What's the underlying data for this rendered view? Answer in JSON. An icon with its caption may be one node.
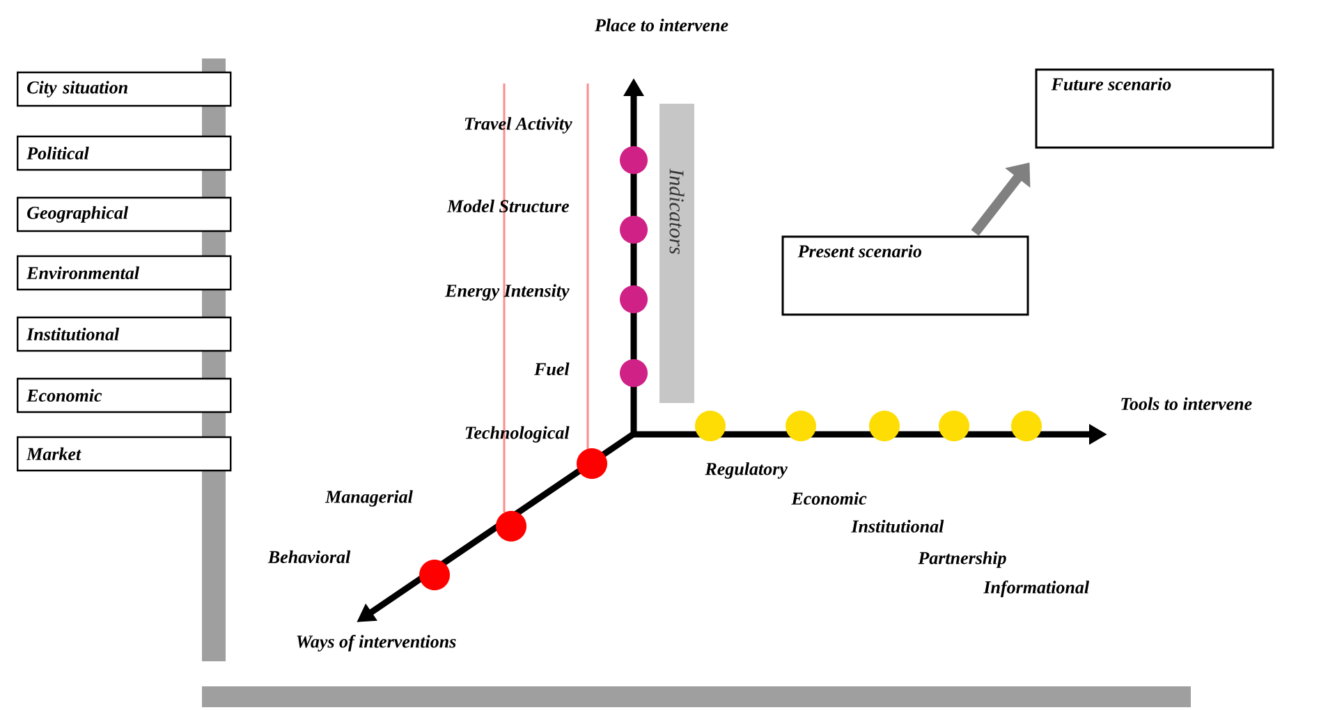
{
  "diagram": {
    "nodes": [
      {
        "text": [
          "City situation"
        ]
      },
      {
        "text": [
          "Political"
        ]
      },
      {
        "text": [
          "Geographical"
        ]
      },
      {
        "text": [
          "Environmental"
        ]
      },
      {
        "text": [
          "Institutional"
        ]
      },
      {
        "text": [
          "Economic"
        ]
      },
      {
        "text": [
          "Market"
        ]
      },
      {
        "text": [
          "Indicators"
        ]
      },
      {
        "text": [
          "Present scenario"
        ]
      },
      {
        "text": [
          "Future scenario"
        ]
      }
    ],
    "edges": [
      {
        "from": 8,
        "to": 9,
        "arrow": "to"
      }
    ],
    "labels": [
      "Place to intervene",
      "Travel Activity",
      "Model Structure",
      "Energy Intensity",
      "Fuel",
      "Technological",
      "Managerial",
      "Behavioral",
      "Ways of interventions",
      "Tools to intervene",
      "Regulatory",
      "Economic",
      "Institutional",
      "Partnership",
      "Informational"
    ]
  }
}
